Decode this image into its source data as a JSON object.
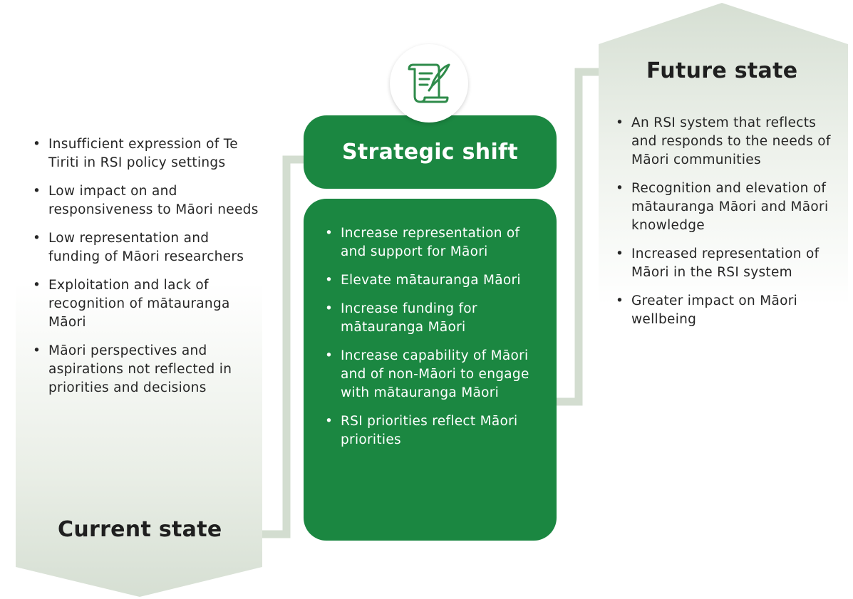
{
  "current_state": {
    "title": "Current state",
    "items": [
      "Insufficient expression of Te Tiriti in RSI policy settings",
      "Low impact on and responsiveness to Māori needs",
      "Low representation and funding of Māori researchers",
      "Exploitation and lack of recognition of mātauranga Māori",
      "Māori perspectives and aspirations not reflected in priorities and decisions"
    ]
  },
  "strategic_shift": {
    "title": "Strategic shift",
    "icon": "scroll-quill-icon",
    "items": [
      "Increase representation of and support for Māori",
      "Elevate mātauranga Māori",
      "Increase funding for mātauranga Māori",
      "Increase capability of Māori and of non-Māori to engage with mātauranga Māori",
      "RSI priorities reflect Māori priorities"
    ]
  },
  "future_state": {
    "title": "Future state",
    "items": [
      "An RSI system that reflects and responds to the needs of Māori communities",
      "Recognition and elevation of mātauranga Māori and Māori knowledge",
      "Increased representation of Māori in the RSI system",
      "Greater impact on Māori wellbeing"
    ]
  },
  "colors": {
    "green": "#1b8741",
    "panel": "#dde5da",
    "connector": "#d3ddd0"
  }
}
